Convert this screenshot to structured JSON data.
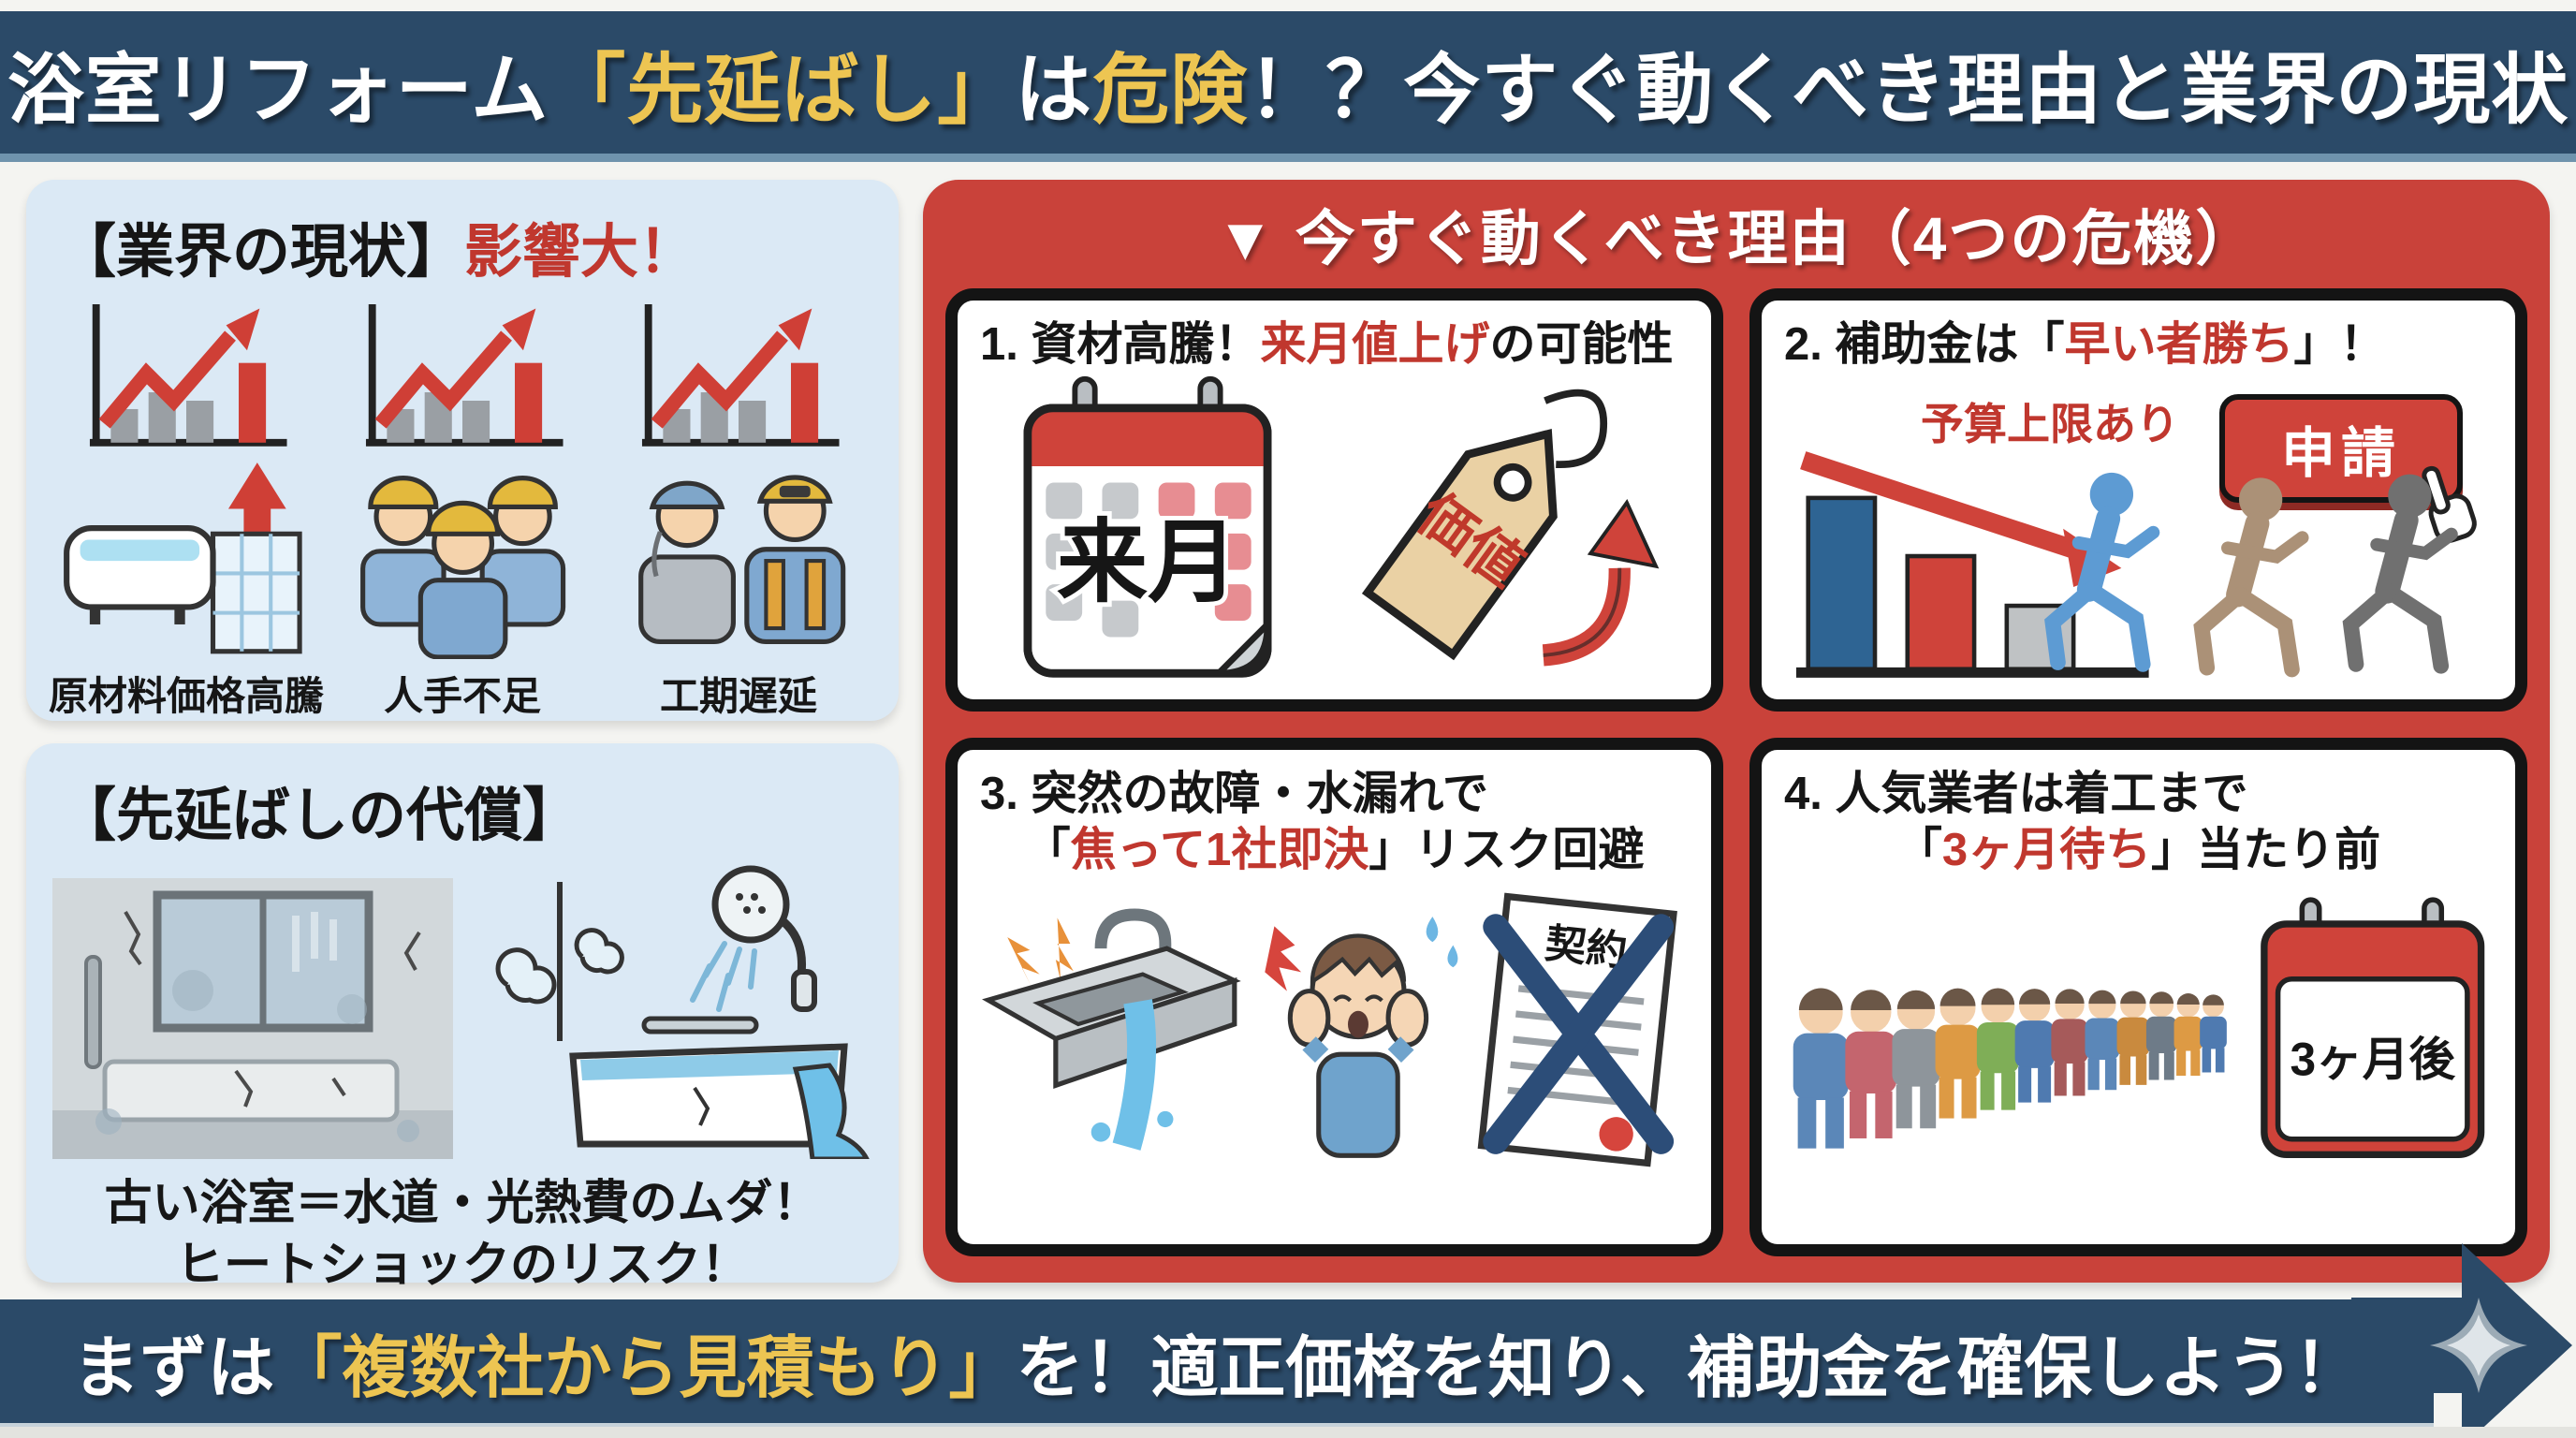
{
  "colors": {
    "banner_bg": "#2b4a68",
    "panel_red": "#c9423a",
    "accent_red": "#c0372e",
    "highlight_yellow": "#edc552",
    "box_blue": "#dbe9f5"
  },
  "banner": {
    "part1": "浴室リフォーム",
    "part2": "「先延ばし」",
    "part3": "は",
    "part4": "危険",
    "part5": "！？今すぐ動くべき理由と業界の現状"
  },
  "industry": {
    "heading": "【業界の現状】",
    "subheading": "影響大！",
    "items": [
      {
        "label": "原材料価格高騰",
        "icon": "bathtub-materials-icon"
      },
      {
        "label": "人手不足",
        "icon": "three-workers-icon"
      },
      {
        "label": "工期遅延",
        "icon": "two-workers-icon"
      }
    ]
  },
  "cost": {
    "heading": "【先延ばしの代償】",
    "line1": "古い浴室＝水道・光熱費のムダ！",
    "line2": "ヒートショックのリスク！"
  },
  "reasons": {
    "heading": "▼ 今すぐ動くべき理由（4つの危機）",
    "cards": [
      {
        "title_prefix": "1. 資材高騰！",
        "title_red": "来月値上げ",
        "title_suffix": "の可能性",
        "calendar_label": "来月",
        "tag_label": "価値"
      },
      {
        "title_prefix": "2. 補助金は「",
        "title_red": "早い者勝ち",
        "title_suffix": "」！",
        "note": "予算上限あり",
        "button_label": "申請"
      },
      {
        "title_line1": "3. 突然の故障・水漏れで",
        "title_prefix": "「",
        "title_red": "焦って1社即決",
        "title_suffix": "」リスク回避",
        "doc_label": "契約"
      },
      {
        "title_line1": "4. 人気業者は着工まで",
        "title_prefix": "「",
        "title_red": "3ヶ月待ち",
        "title_suffix": "」当たり前",
        "calendar_label": "3ヶ月後"
      }
    ]
  },
  "footer": {
    "part1": "まずは",
    "part2": "「複数社から見積もり」",
    "part3": "を！適正価格を知り、補助金を確保しよう！"
  }
}
